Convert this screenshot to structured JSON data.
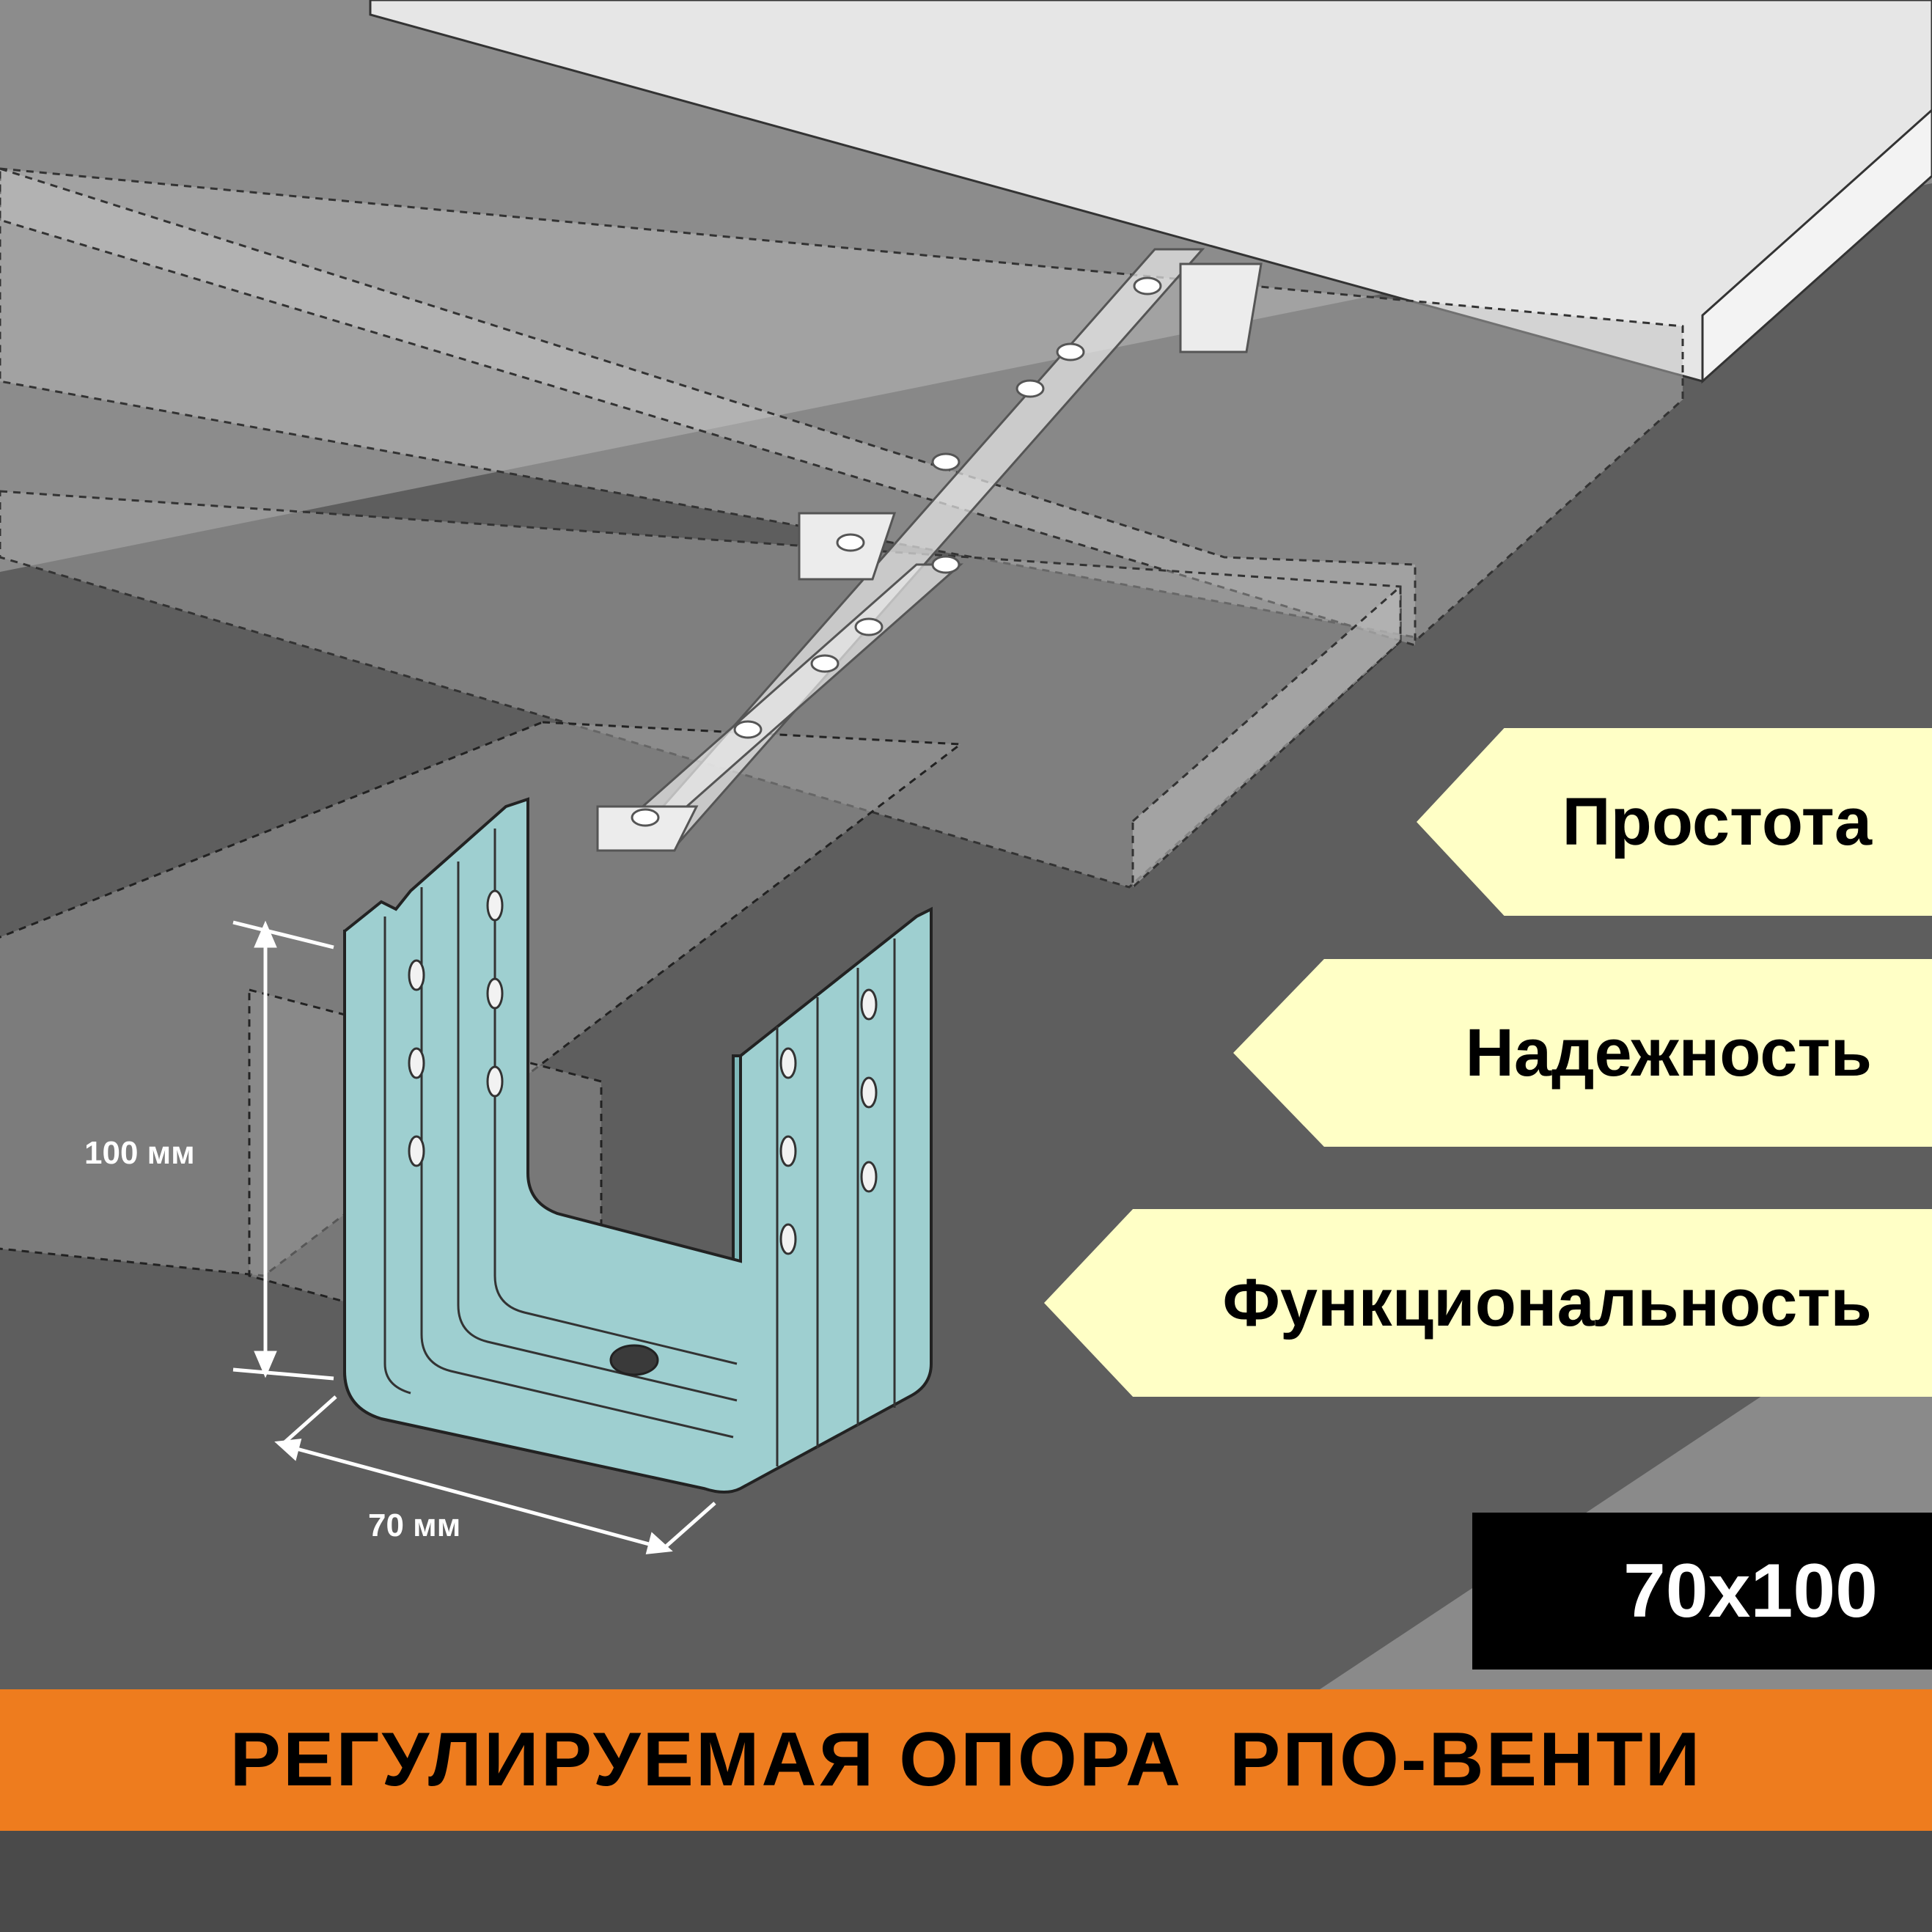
{
  "dimensions": {
    "height_label": "100 мм",
    "width_label": "70 мм"
  },
  "features": [
    {
      "label": "Простота"
    },
    {
      "label": "Надежность"
    },
    {
      "label": "Функциональность"
    }
  ],
  "size_badge": "70x100",
  "product_title": "РЕГУЛИРУЕМАЯ ОПОРА  РПО-ВЕНТИ",
  "colors": {
    "background": "#5e5e5e",
    "badge_fill": "#ffffc6",
    "title_band": "#ee7c1e",
    "bracket_metal": "#9ecfd0",
    "size_box": "#000000"
  }
}
